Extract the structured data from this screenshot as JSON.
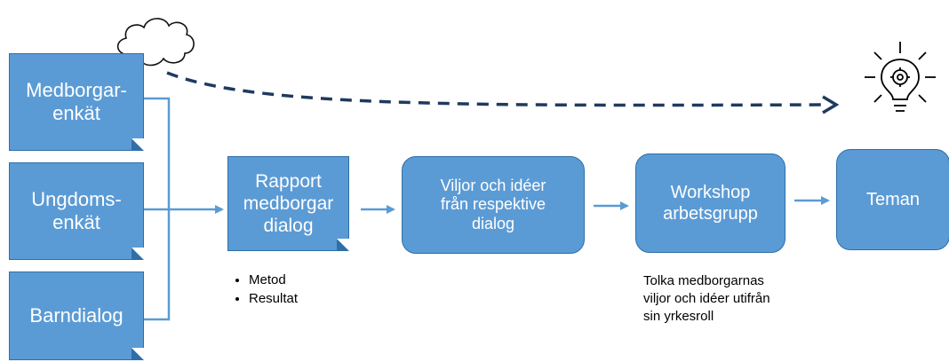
{
  "inputs": [
    {
      "label": "Medborgar-\nenkät"
    },
    {
      "label": "Ungdoms-\nenkät"
    },
    {
      "label": "Barndialog"
    }
  ],
  "process": {
    "report": "Rapport\nmedborgar\ndialog",
    "wishes": "Viljor och idéer\nfrån respektive\ndialog",
    "workshop": "Workshop\narbetsgrupp",
    "themes": "Teman"
  },
  "report_bullets": [
    "Metod",
    "Resultat"
  ],
  "workshop_note": "Tolka medborgarnas\nviljor och idéer utifrån\nsin yrkesroll",
  "colors": {
    "shape_fill": "#5B9BD5",
    "shape_border": "#2F6EA8",
    "connector": "#5B9BD5",
    "dashed_arrow": "#1F3A5F"
  },
  "icons": {
    "thought": "thought-cloud-icon",
    "idea": "lightbulb-gear-icon"
  }
}
